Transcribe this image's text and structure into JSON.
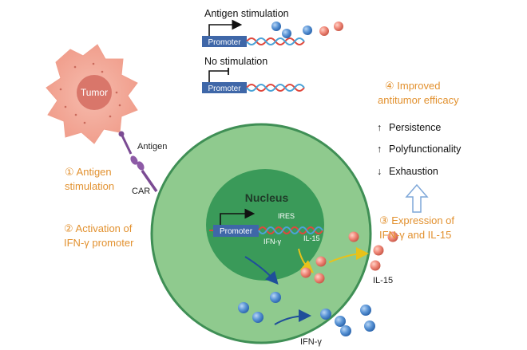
{
  "top": {
    "antigen_stimulation": "Antigen stimulation",
    "no_stimulation": "No stimulation",
    "promoter_label": "Promoter"
  },
  "tumor_label": "Tumor",
  "antigen_label": "Antigen",
  "car_label": "CAR",
  "steps": {
    "s1_line1": "① Antigen",
    "s1_line2": "stimulation",
    "s2_line1": "② Activation of",
    "s2_line2": "IFN-γ promoter",
    "s3_line1": "③ Expression of",
    "s3_line2": "IFN-γ and IL-15",
    "s4_line1": "④ Improved",
    "s4_line2": "antitumor efficacy"
  },
  "nucleus": {
    "label": "Nucleus",
    "promoter": "Promoter",
    "ires": "IRES",
    "ifng": "IFN-γ",
    "il15": "IL-15"
  },
  "outputs": {
    "il15": "IL-15",
    "ifng": "IFN-γ"
  },
  "effects": [
    {
      "arrow": "↑",
      "label": "Persistence"
    },
    {
      "arrow": "↑",
      "label": "Polyfunctionality"
    },
    {
      "arrow": "↓",
      "label": "Exhaustion"
    }
  ],
  "colors": {
    "orange_text": "#e2912f",
    "tumor_fill": "#f2a999",
    "tumor_core": "#d9766a",
    "cell_outer": "#8fca8e",
    "cell_border": "#3f8f55",
    "nucleus": "#3a9a59",
    "promoter_box": "#3f67a8",
    "blue_ball": "#5b95d6",
    "salmon_ball": "#f0897a"
  }
}
